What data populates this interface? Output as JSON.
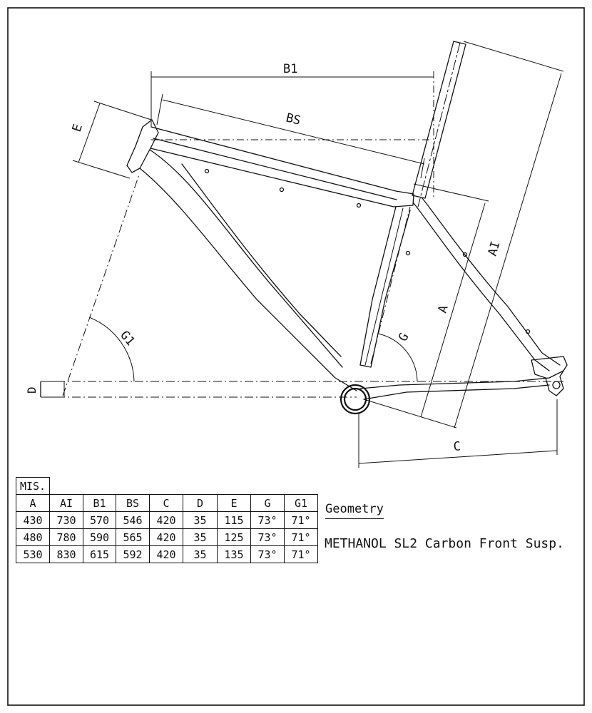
{
  "diagram": {
    "labels": {
      "b1": "B1",
      "bs": "BS",
      "e": "E",
      "ai": "AI",
      "a": "A",
      "g": "G",
      "g1": "G1",
      "d": "D",
      "c": "C"
    }
  },
  "geometry": {
    "title": "Geometry",
    "model": "METHANOL SL2 Carbon Front Susp.",
    "mis_label": "MIS.",
    "columns": [
      "A",
      "AI",
      "B1",
      "BS",
      "C",
      "D",
      "E",
      "G",
      "G1"
    ],
    "rows": [
      [
        "430",
        "730",
        "570",
        "546",
        "420",
        "35",
        "115",
        "73°",
        "71°"
      ],
      [
        "480",
        "780",
        "590",
        "565",
        "420",
        "35",
        "125",
        "73°",
        "71°"
      ],
      [
        "530",
        "830",
        "615",
        "592",
        "420",
        "35",
        "135",
        "73°",
        "71°"
      ]
    ]
  }
}
